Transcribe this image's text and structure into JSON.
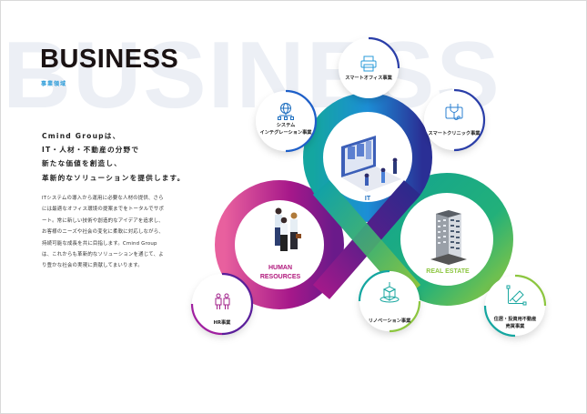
{
  "page": {
    "background_word": "BUSINESS",
    "title": "BUSINESS",
    "subtitle": "事業領域",
    "lead_lines": [
      "Cmind Groupは、",
      "IT・人材・不動産の分野で",
      "新たな価値を創造し、",
      "革新的なソリューションを提供します。"
    ],
    "body": "ITシステムの導入から運用に必要な人材の提供、さらには最適なオフィス環境の提案までをトータルでサポート。常に新しい技術や創造的なアイデアを追求し、お客様のニーズや社会の変化に柔軟に対応しながら、持続可能な成長を共に目指します。Cmind Groupは、これからも革新的なソリューションを通じて、より豊かな社会の実現に貢献してまいります。"
  },
  "domains": {
    "it": {
      "label": "IT",
      "color": "#1e6fc0",
      "icon": "laptop-team-illustration"
    },
    "hr": {
      "label_line1": "HUMAN",
      "label_line2": "RESOURCES",
      "color": "#b0187c",
      "icon": "business-people-illustration"
    },
    "re": {
      "label": "REAL ESTATE",
      "color": "#8cc63f",
      "icon": "office-building-illustration"
    }
  },
  "services": [
    {
      "id": "system-integration",
      "line1": "システム",
      "line2": "インテグレーション事業",
      "icon": "network-globe-icon",
      "icon_color": "#1e6fc0"
    },
    {
      "id": "smart-office",
      "line1": "スマートオフィス事業",
      "line2": "",
      "icon": "printer-icon",
      "icon_color": "#2a9bd8"
    },
    {
      "id": "smart-clinic",
      "line1": "スマートクリニック事業",
      "line2": "",
      "icon": "stethoscope-tablet-icon",
      "icon_color": "#2a7fd0"
    },
    {
      "id": "hr-business",
      "line1": "HR事業",
      "line2": "",
      "icon": "people-icon",
      "icon_color": "#a0208a"
    },
    {
      "id": "renovation",
      "line1": "リノベーション事業",
      "line2": "",
      "icon": "cube-build-icon",
      "icon_color": "#1aa7a0"
    },
    {
      "id": "real-estate-sales",
      "line1": "住居・投資用不動産",
      "line2": "売買事業",
      "icon": "pen-tool-icon",
      "icon_color": "#1aa7a0"
    }
  ],
  "colors": {
    "title": "#1a1213",
    "accent_blue": "#2a9bd8",
    "navy": "#2b2a8c",
    "teal": "#16a79a",
    "magenta": "#c02a8c",
    "green": "#8cc63f",
    "watermark": "#eceff5"
  }
}
